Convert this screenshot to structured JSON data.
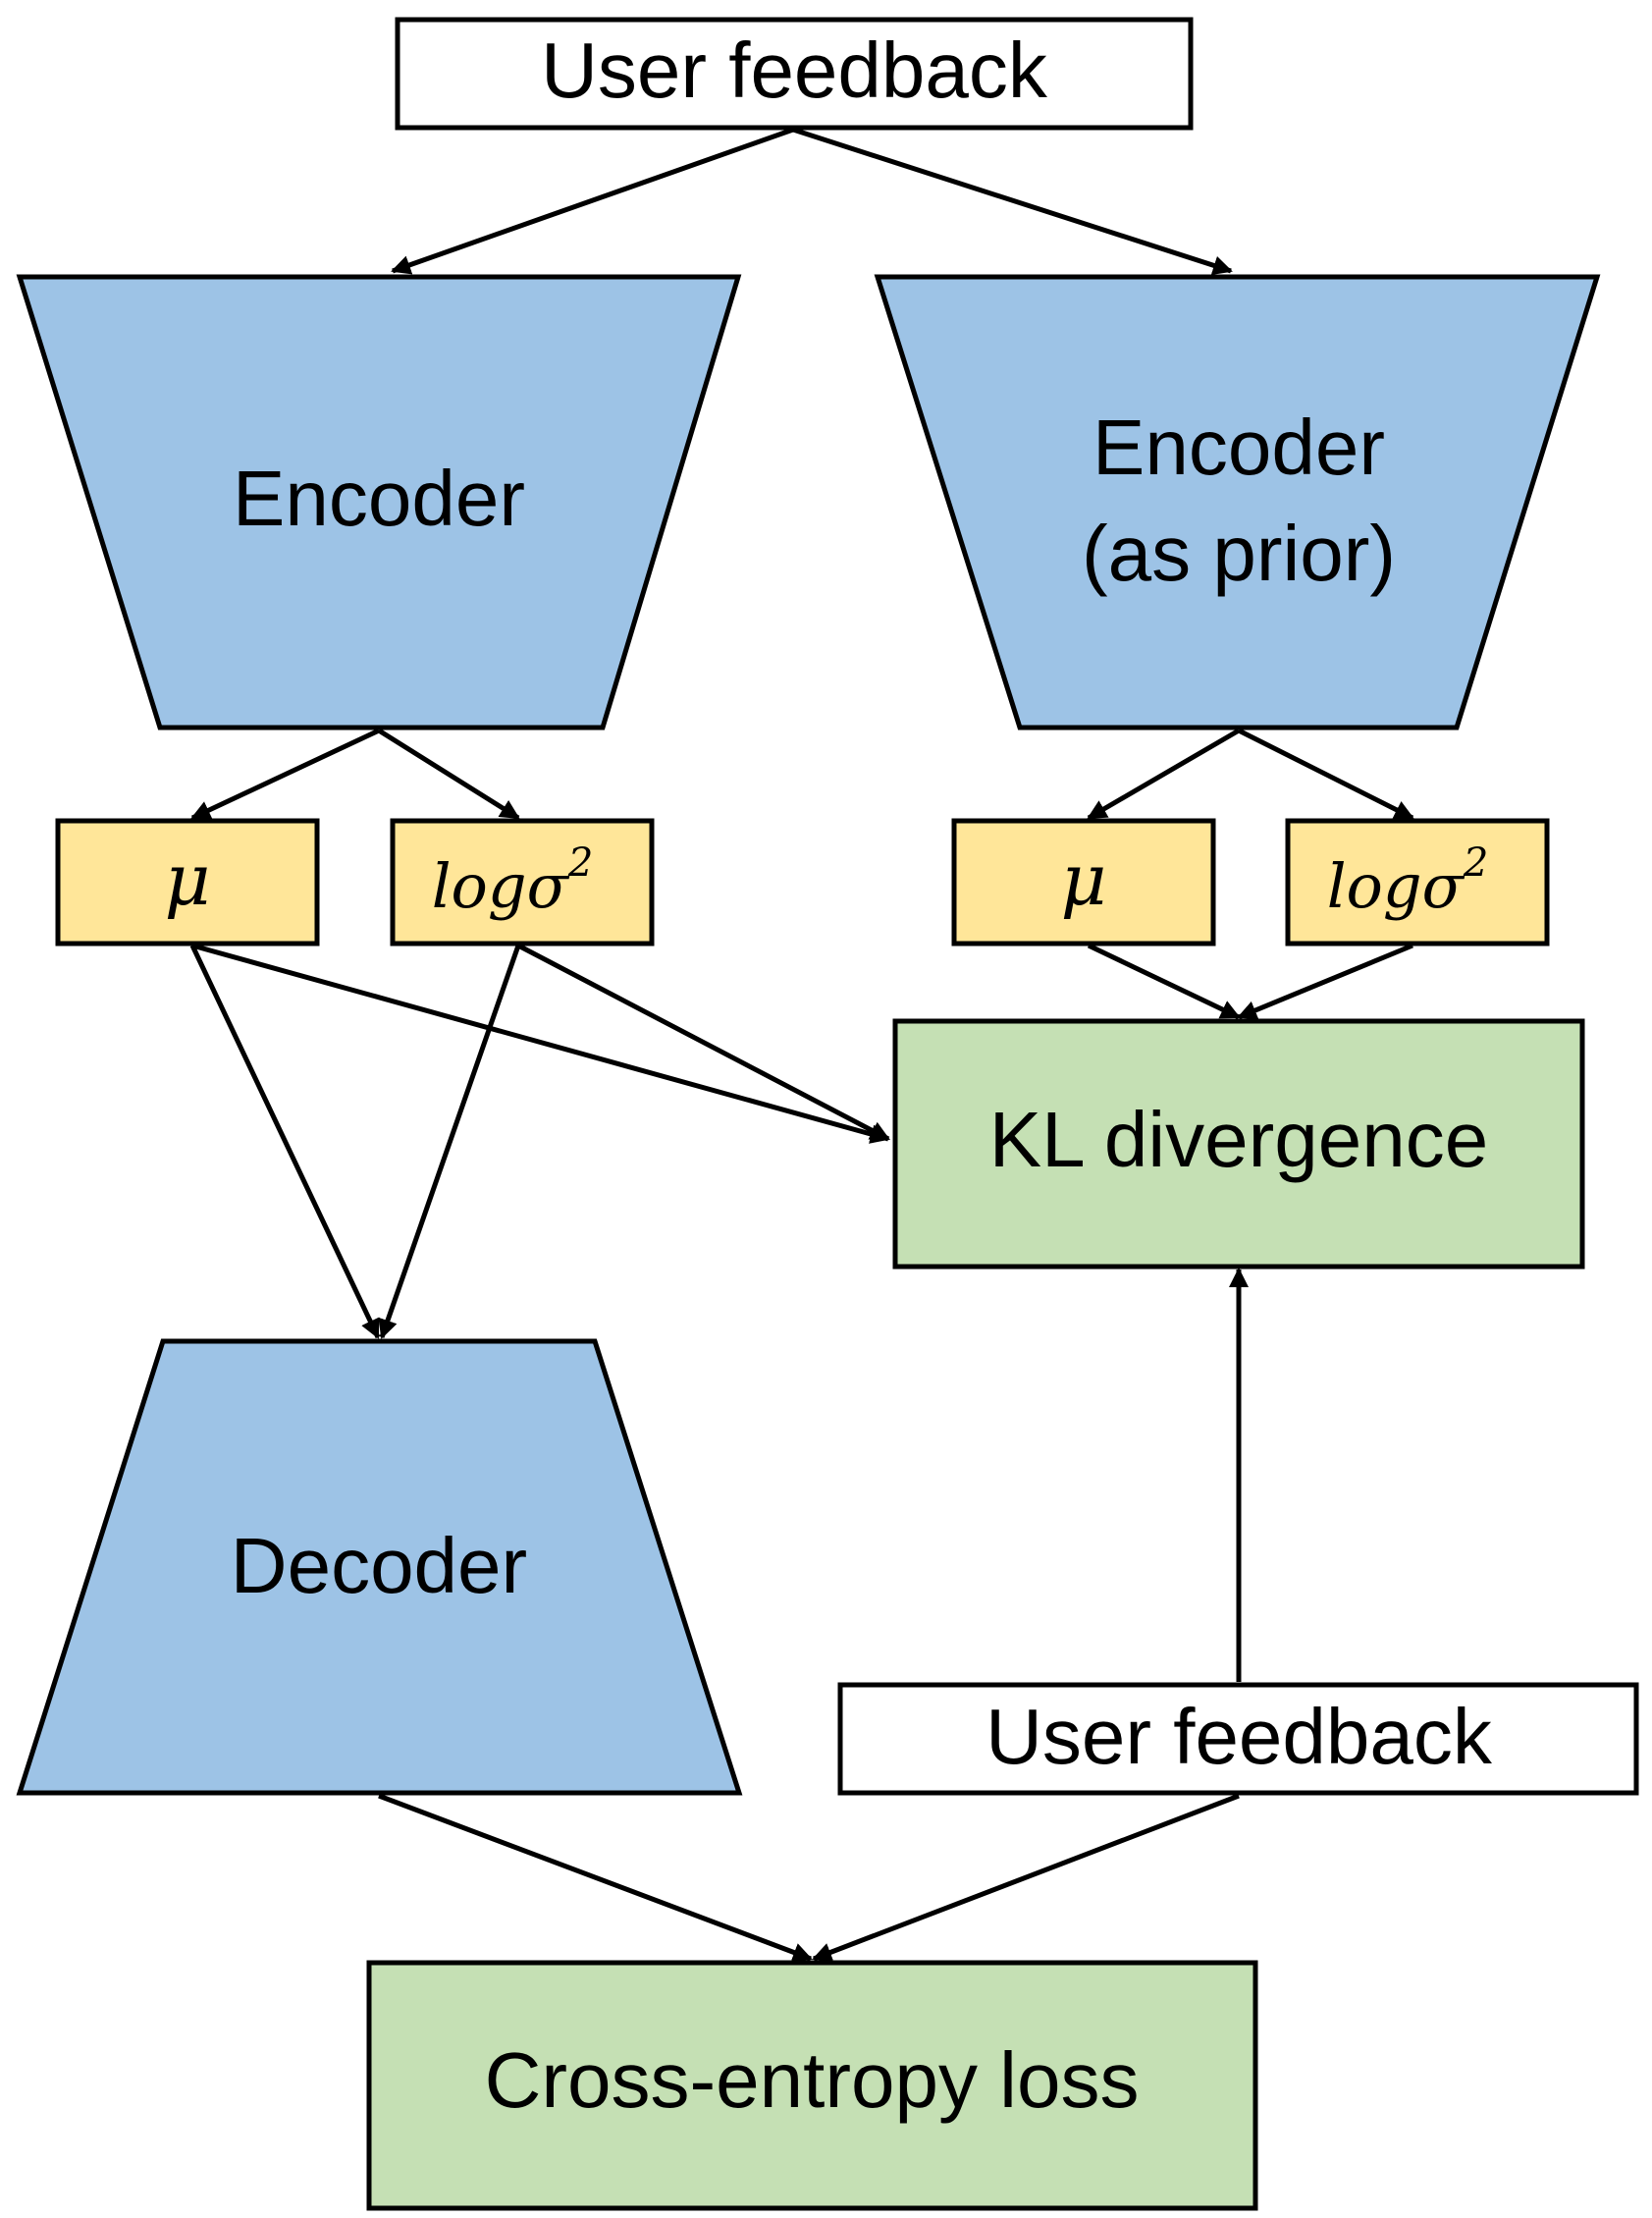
{
  "colors": {
    "encoder_fill": "#9dc3e6",
    "param_fill": "#ffe699",
    "loss_fill": "#c5e0b4",
    "input_fill": "#ffffff",
    "stroke": "#000000"
  },
  "nodes": {
    "user_feedback_top": "User feedback",
    "encoder": "Encoder",
    "encoder_prior_line1": "Encoder",
    "encoder_prior_line2": "(as prior)",
    "mu_left": "μ",
    "logvar_left_base": "logσ",
    "logvar_left_exp": "2",
    "mu_right": "μ",
    "logvar_right_base": "logσ",
    "logvar_right_exp": "2",
    "kl_divergence": "KL divergence",
    "decoder": "Decoder",
    "user_feedback_bottom": "User feedback",
    "cross_entropy_loss": "Cross-entropy loss"
  },
  "edges": [
    {
      "from": "user_feedback_top",
      "to": "encoder"
    },
    {
      "from": "user_feedback_top",
      "to": "encoder_prior"
    },
    {
      "from": "encoder",
      "to": "mu_left"
    },
    {
      "from": "encoder",
      "to": "logvar_left"
    },
    {
      "from": "encoder_prior",
      "to": "mu_right"
    },
    {
      "from": "encoder_prior",
      "to": "logvar_right"
    },
    {
      "from": "mu_left",
      "to": "kl_divergence"
    },
    {
      "from": "logvar_left",
      "to": "kl_divergence"
    },
    {
      "from": "mu_right",
      "to": "kl_divergence"
    },
    {
      "from": "logvar_right",
      "to": "kl_divergence"
    },
    {
      "from": "mu_left",
      "to": "decoder"
    },
    {
      "from": "logvar_left",
      "to": "decoder"
    },
    {
      "from": "user_feedback_bottom",
      "to": "kl_divergence"
    },
    {
      "from": "decoder",
      "to": "cross_entropy_loss"
    },
    {
      "from": "user_feedback_bottom",
      "to": "cross_entropy_loss"
    }
  ]
}
